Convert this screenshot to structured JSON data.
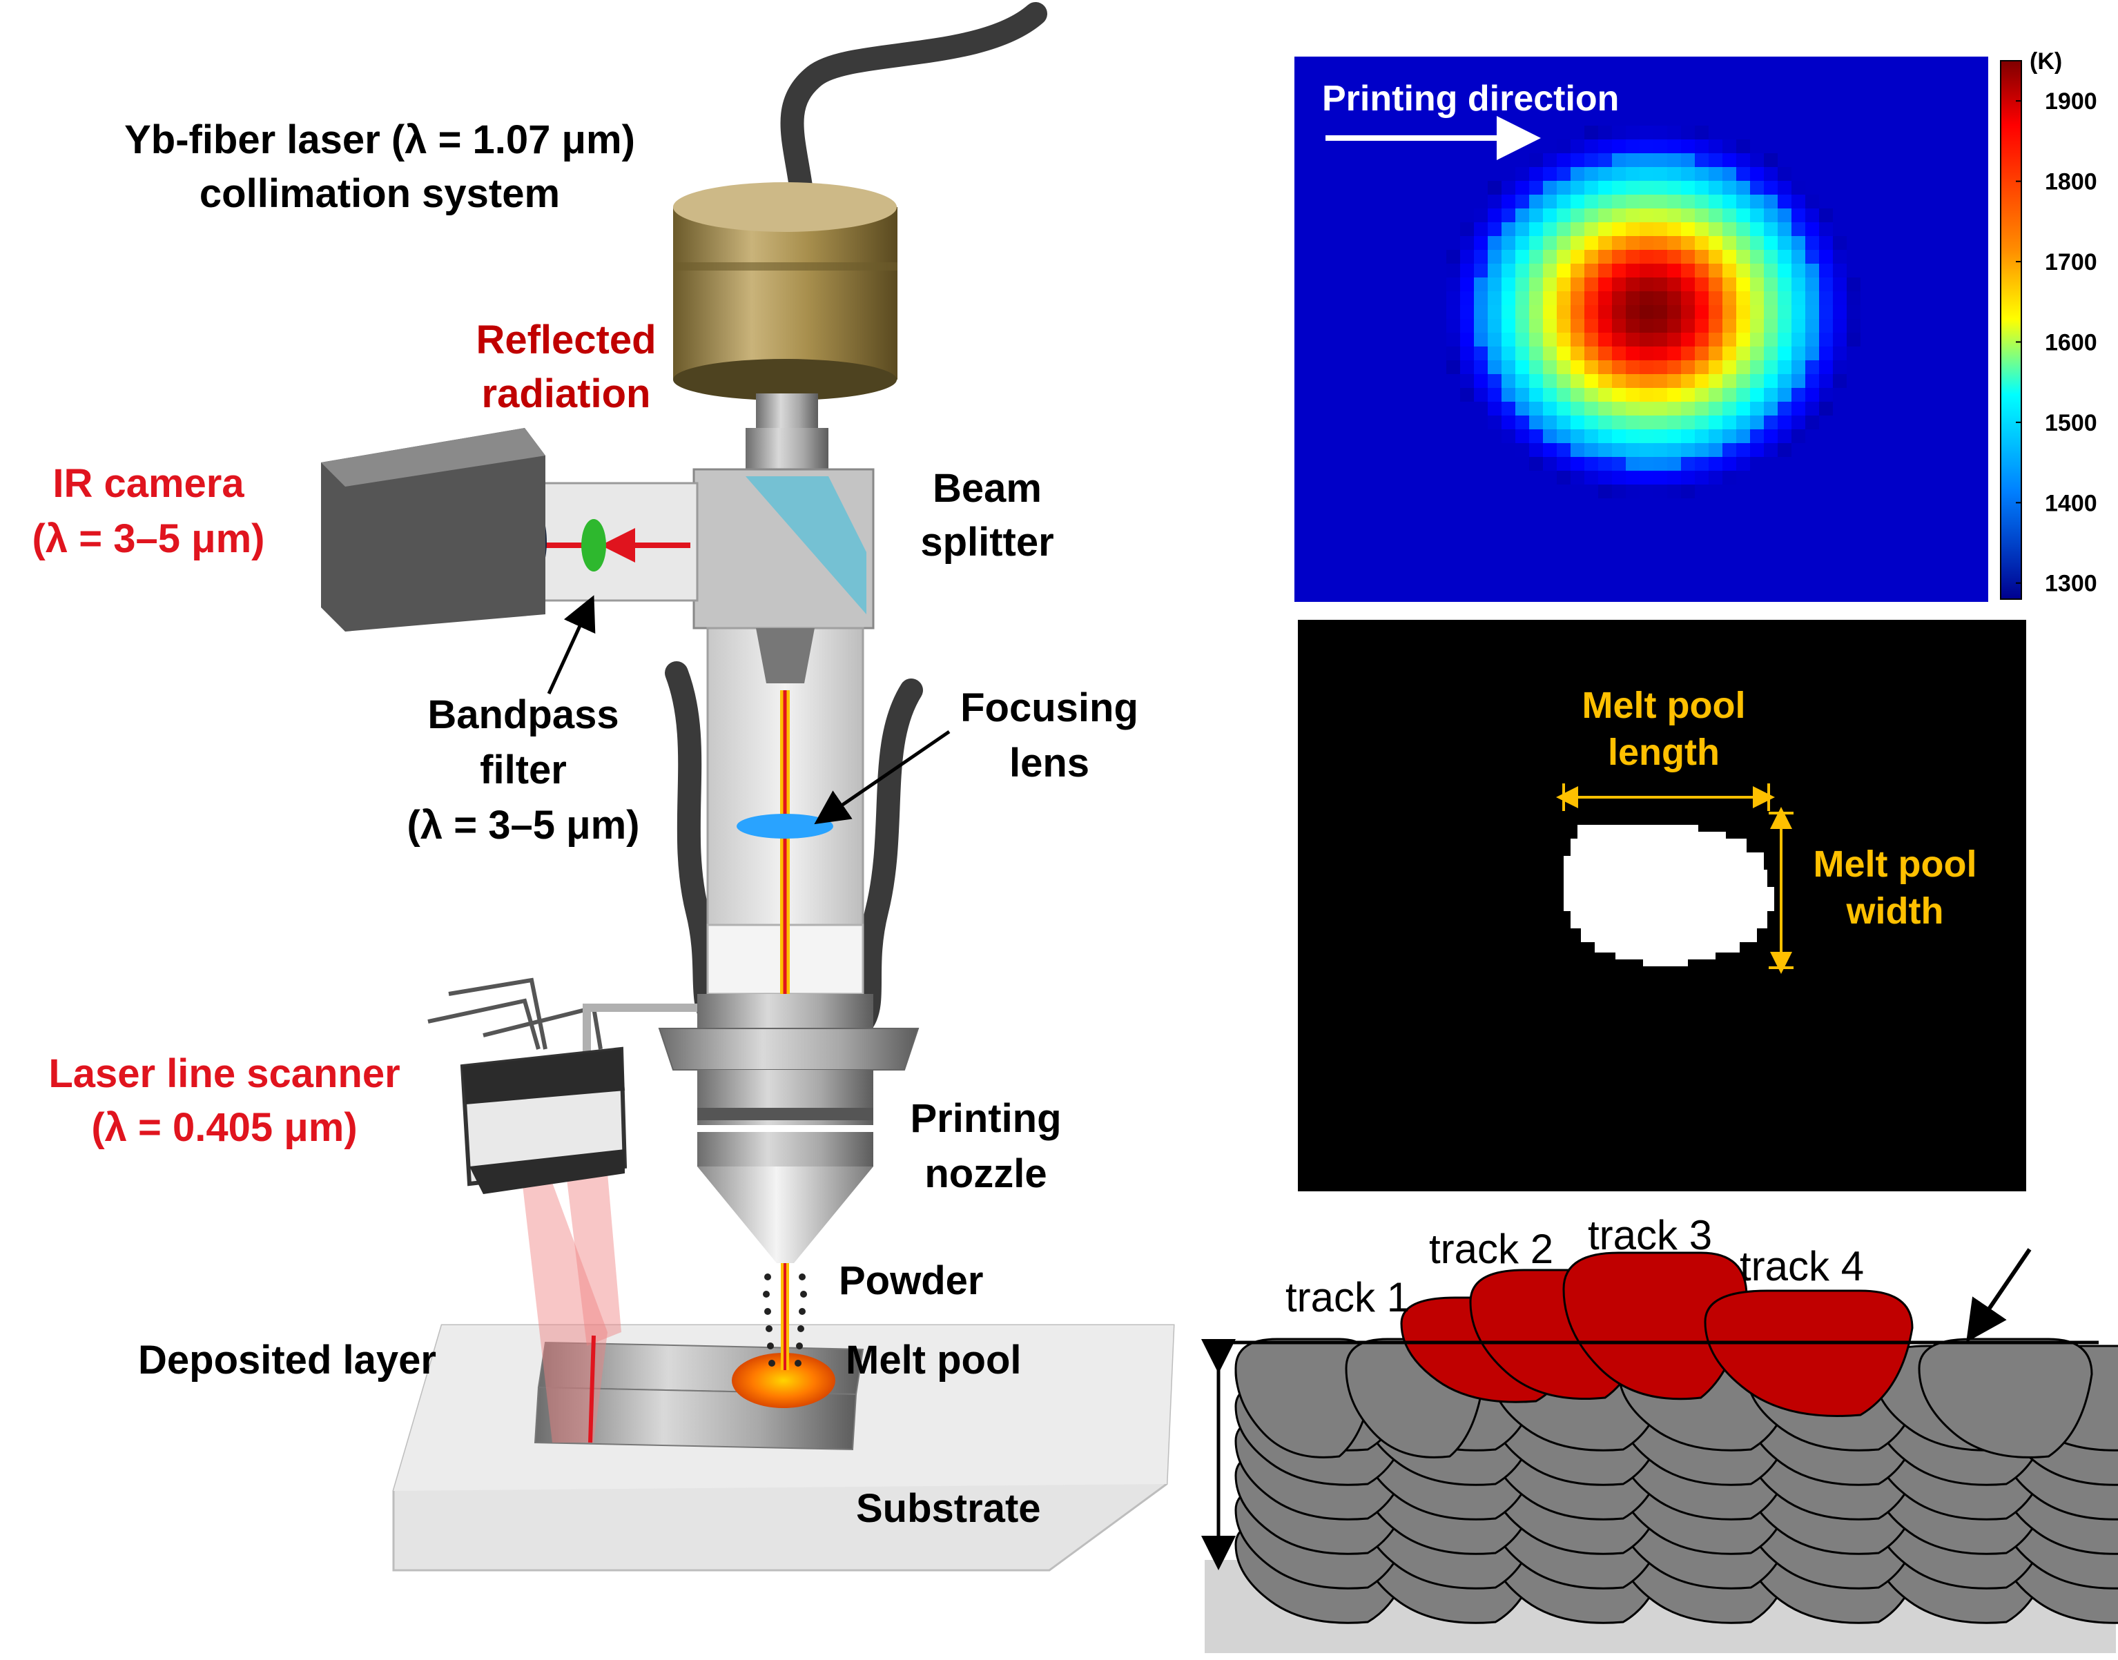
{
  "labels": {
    "laser_line1": "Yb-fiber laser (λ = 1.07 μm)",
    "laser_line2": "collimation system",
    "reflected_line1": "Reflected",
    "reflected_line2": "radiation",
    "ir_camera_line1": "IR camera",
    "ir_camera_line2": "(λ = 3–5 μm)",
    "beam_splitter_line1": "Beam",
    "beam_splitter_line2": "splitter",
    "bandpass_line1": "Bandpass",
    "bandpass_line2": "filter",
    "bandpass_line3": "(λ = 3–5 μm)",
    "focusing_line1": "Focusing",
    "focusing_line2": "lens",
    "scanner_line1": "Laser line scanner",
    "scanner_line2": "(λ = 0.405 μm)",
    "nozzle_line1": "Printing",
    "nozzle_line2": "nozzle",
    "powder": "Powder",
    "melt_pool": "Melt pool",
    "deposited_layer": "Deposited layer",
    "substrate": "Substrate"
  },
  "thermal_map": {
    "title": "Printing direction",
    "unit": "(K)",
    "colorbar_ticks": [
      "1900",
      "1800",
      "1700",
      "1600",
      "1500",
      "1400",
      "1300"
    ],
    "range": [
      1280,
      1950
    ]
  },
  "binary_map": {
    "length_line1": "Melt pool",
    "length_line2": "length",
    "width_line1": "Melt pool",
    "width_line2": "width"
  },
  "tracks": {
    "labels": [
      "track 1",
      "track 2",
      "track 3",
      "track 4"
    ]
  },
  "colors": {
    "red_label": "#e0141e",
    "dark_red_label": "#c00000",
    "gold_label": "#ffc000",
    "track_red": "#c00000",
    "track_gray": "#7f7f7f",
    "thermal_bg": "#0000c8"
  }
}
